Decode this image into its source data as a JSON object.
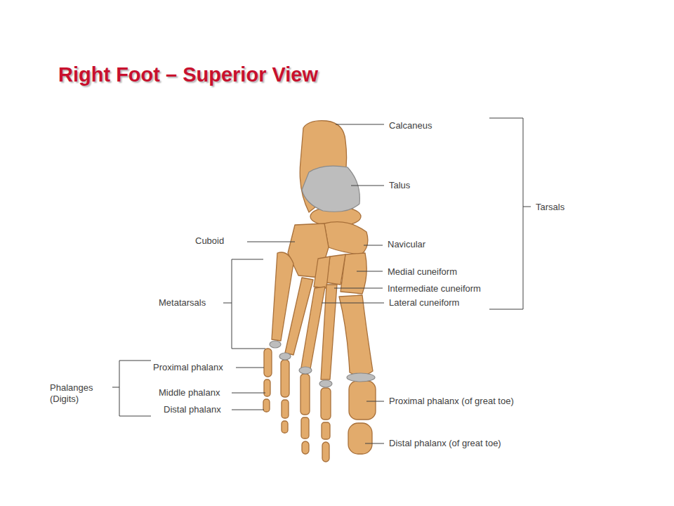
{
  "diagram": {
    "title": "Right Foot – Superior View",
    "labels": [
      "Calcaneus",
      "Talus",
      "Tarsals",
      "Cuboid",
      "Navicular",
      "Medial cuneiform",
      "Intermediate cuneiform",
      "Lateral cuneiform",
      "Metatarsals",
      "Proximal phalanx",
      "Phalanges (Digits)",
      "Middle phalanx",
      "Distal phalanx",
      "Proximal phalanx (of great toe)",
      "Distal phalanx (of great toe)"
    ]
  }
}
